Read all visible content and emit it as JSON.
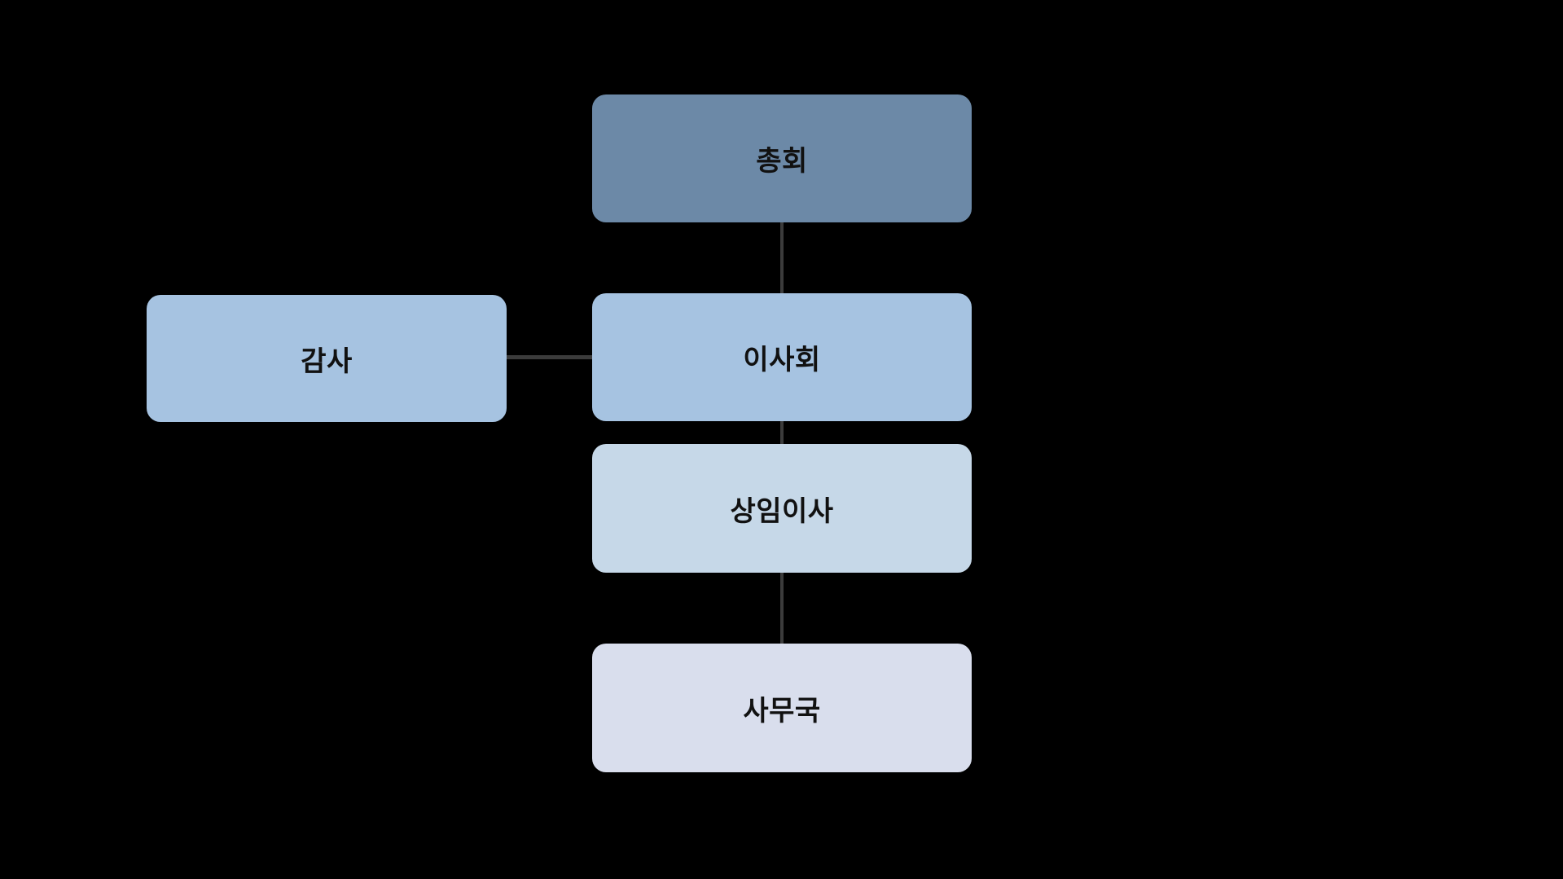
{
  "org_chart": {
    "background_color": "#000000",
    "connector_color": "#3B3B3B",
    "text_color": "#111111",
    "nodes": {
      "general_assembly": {
        "label": "총회",
        "color": "#6C89A7"
      },
      "board_of_directors": {
        "label": "이사회",
        "color": "#A6C3E1"
      },
      "auditor": {
        "label": "감사",
        "color": "#A6C3E1"
      },
      "executive_director": {
        "label": "상임이사",
        "color": "#C6D8E8"
      },
      "secretariat": {
        "label": "사무국",
        "color": "#D9DEED"
      }
    },
    "edges": [
      {
        "from": "general_assembly",
        "to": "board_of_directors"
      },
      {
        "from": "auditor",
        "to": "board_of_directors"
      },
      {
        "from": "board_of_directors",
        "to": "executive_director"
      },
      {
        "from": "executive_director",
        "to": "secretariat"
      }
    ]
  }
}
